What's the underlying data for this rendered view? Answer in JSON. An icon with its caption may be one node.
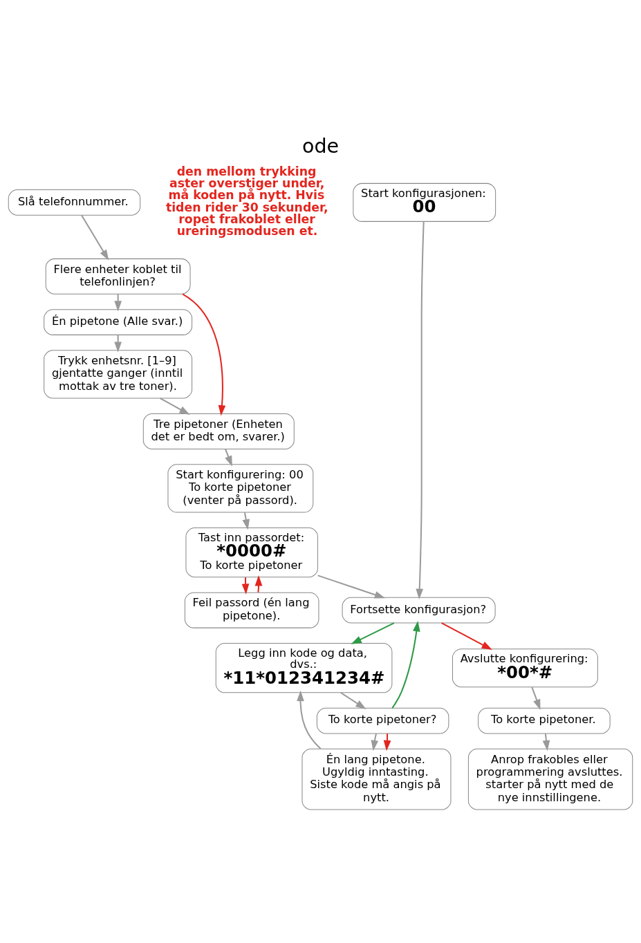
{
  "diagram": {
    "title": "ode",
    "nodes": [
      {
        "text": [
          "Start konfigurasjonen:",
          "00"
        ]
      },
      {
        "text": [
          "Slå telefonnummer."
        ]
      },
      {
        "text": [
          "Flere enheter koblet til telefonlinjen?"
        ]
      },
      {
        "text": [
          "Én pipetone (Alle svar.)"
        ]
      },
      {
        "text": [
          "Trykk enhetsnr. [1–9] gjentatte ganger (inntil mottak av tre toner)."
        ]
      },
      {
        "text": [
          "Tre pipetoner (Enheten det er bedt om, svarer.)"
        ]
      },
      {
        "text": [
          "Start konfigurering: 00",
          "To korte pipetoner (venter på passord)."
        ]
      },
      {
        "text": [
          "Tast inn passordet:",
          "*0000#",
          "To korte pipetoner"
        ]
      },
      {
        "text": [
          "Feil passord (én lang pipetone)."
        ]
      },
      {
        "text": [
          "Fortsette konfigurasjon?"
        ]
      },
      {
        "text": [
          "Legg inn kode og data, dvs.:",
          "*11*012341234#"
        ]
      },
      {
        "text": [
          "Avslutte konfigurering:",
          "*00*#"
        ]
      },
      {
        "text": [
          "To korte pipetoner?"
        ]
      },
      {
        "text": [
          "To korte pipetoner."
        ]
      },
      {
        "text": [
          "Én lang pipetone. Ugyldig inntasting. Siste kode må angis på nytt."
        ]
      },
      {
        "text": [
          "Anrop frakobles eller programmering avsluttes. starter på nytt med de nye innstillingene."
        ]
      }
    ],
    "edges": [
      {
        "from": 1,
        "to": 2,
        "arrow": "to"
      },
      {
        "from": 2,
        "to": 3,
        "arrow": "to"
      },
      {
        "from": 2,
        "to": 5,
        "arrow": "to",
        "color": "#e3261f"
      },
      {
        "from": 3,
        "to": 4,
        "arrow": "to"
      },
      {
        "from": 4,
        "to": 5,
        "arrow": "to"
      },
      {
        "from": 5,
        "to": 6,
        "arrow": "to"
      },
      {
        "from": 6,
        "to": 7,
        "arrow": "to"
      },
      {
        "from": 0,
        "to": 9,
        "arrow": "to"
      },
      {
        "from": 7,
        "to": 8,
        "arrow": "to",
        "color": "#e3261f"
      },
      {
        "from": 8,
        "to": 7,
        "arrow": "to",
        "color": "#e3261f"
      },
      {
        "from": 7,
        "to": 9,
        "arrow": "to"
      },
      {
        "from": 9,
        "to": 10,
        "arrow": "to",
        "color": "#2e9a47"
      },
      {
        "from": 9,
        "to": 11,
        "arrow": "to",
        "color": "#e3261f"
      },
      {
        "from": 10,
        "to": 12,
        "arrow": "to"
      },
      {
        "from": 12,
        "to": 9,
        "arrow": "to",
        "color": "#2e9a47"
      },
      {
        "from": 12,
        "to": 14,
        "arrow": "to"
      },
      {
        "from": 12,
        "to": 14,
        "arrow": "to",
        "color": "#e3261f"
      },
      {
        "from": 14,
        "to": 10,
        "arrow": "to"
      },
      {
        "from": 11,
        "to": 13,
        "arrow": "to"
      },
      {
        "from": 13,
        "to": 15,
        "arrow": "to"
      }
    ],
    "labels": [
      "den mellom trykking aster overstiger under, må koden på nytt. Hvis tiden rider 30 sekunder, ropet frakoblet eller ureringsmodusen et."
    ]
  }
}
